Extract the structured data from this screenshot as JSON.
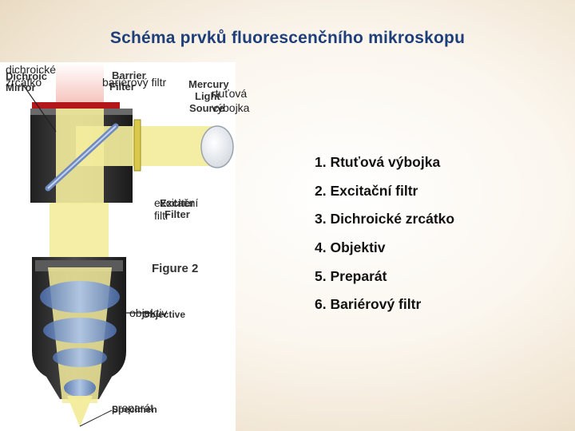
{
  "title": "Schéma prvků fluorescenčního mikroskopu",
  "figure": {
    "english_labels": {
      "dichroic_mirror": [
        "Dichroic",
        "Mirror"
      ],
      "barrier_filter": [
        "Barrier",
        "Filter"
      ],
      "mercury_source": [
        "Mercury",
        "Light",
        "Source"
      ],
      "exciter_filter": [
        "Exciter",
        "Filter"
      ],
      "figure_caption": "Figure 2",
      "objective": "Objective",
      "specimen": "Specimen"
    },
    "czech_labels": {
      "dichroicke": "dichroické",
      "zrcatko": "zrcátko",
      "barierovy": "bariérový filtr",
      "rtutova": "rtuťová",
      "vybojka": "výbojka",
      "excitacni": "excitační",
      "filtr": "filtr",
      "objektiv": "objektiv",
      "preparat": "preparát"
    }
  },
  "components": [
    "1. Rtuťová výbojka",
    "2. Excitační filtr",
    "3. Dichroické zrcátko",
    "4. Objektiv",
    "5. Preparát",
    "6. Bariérový filtr"
  ],
  "colors": {
    "title": "#1f3f7a",
    "beam": "#f3ec9c",
    "emission": "#f4b8b0",
    "barrier_filter": "#b3171a",
    "housing": "#3a3a3a",
    "lens": "#7a9cd6"
  }
}
